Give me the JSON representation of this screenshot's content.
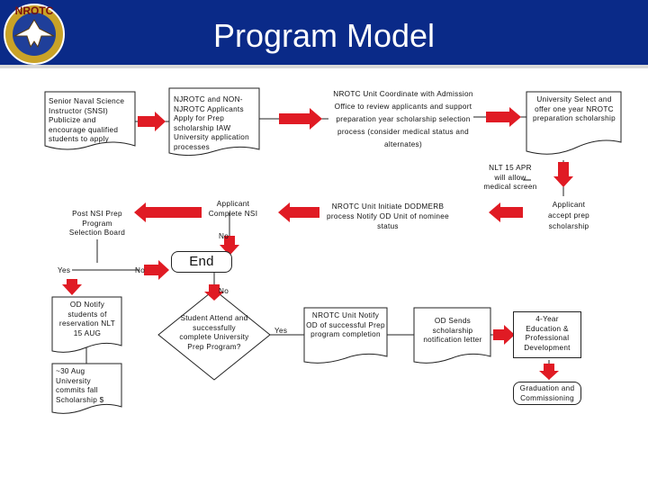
{
  "slide": {
    "title": "Program Model"
  },
  "logo": {
    "text": "NROTC",
    "icon": "nrotc-eagle-emblem-icon",
    "colors": {
      "seal": "#c9a227",
      "banner": "#0a2a88"
    }
  },
  "colors": {
    "banner": "#0a2a88",
    "arrow": "#e01b24",
    "line": "#222222"
  },
  "nodes": {
    "snsi": "Senior Naval Science Instructor (SNSI) Publicize and encourage qualified students to apply",
    "applicants": "NJROTC and NON-NJROTC Applicants Apply for Prep scholarship IAW University application processes",
    "coordinate": "NROTC Unit Coordinate with Admission Office to review applicants and support preparation year scholarship selection process (consider medical status and alternates)",
    "university_select": "University Select and offer one year NROTC preparation scholarship",
    "nlt_screen": "NLT 15 APR will allow medical screen",
    "accept": "Applicant accept prep scholarship",
    "initiate_dodmerb": "NROTC Unit Initiate DODMERB process Notify OD Unit of nominee status",
    "complete_nsi": "Applicant Complete NSI",
    "selection_board": "Post NSI Prep Program Selection Board",
    "end": "End",
    "notify_students": "OD Notify students of reservation NLT 15 AUG",
    "commits": "~30 Aug University commits fall Scholarship $",
    "attend": "Student Attend and successfully complete University Prep Program?",
    "notify_od": "NROTC Unit Notify OD of successful Prep program completion",
    "send_letter": "OD Sends scholarship notification letter",
    "four_year": "4-Year Education & Professional Development",
    "graduation": "Graduation and Commissioning"
  },
  "labels": {
    "no_complete": "No",
    "yes_board": "Yes",
    "no_board": "No",
    "no_end": "No",
    "yes_attend": "Yes"
  }
}
